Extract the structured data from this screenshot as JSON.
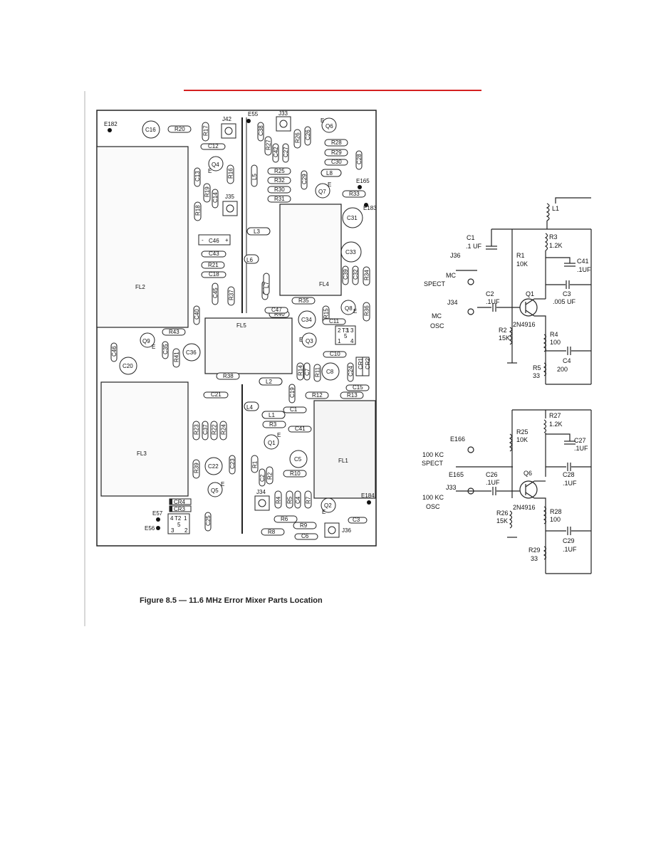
{
  "caption": "Figure 8.5 — 11.6 MHz Error Mixer Parts Location",
  "board": {
    "filters": [
      "FL2",
      "FL3",
      "FL4",
      "FL5",
      "FL1"
    ],
    "terminals": [
      "E182",
      "E55",
      "E165",
      "E183",
      "E57",
      "E56",
      "E184"
    ],
    "jacks": [
      "J42",
      "J33",
      "J35",
      "J34",
      "J36"
    ],
    "transistors": [
      "Q4",
      "Q6",
      "Q7",
      "Q8",
      "Q3",
      "Q9",
      "Q1",
      "Q5",
      "Q2"
    ],
    "big_caps": [
      "C16",
      "C31",
      "C33",
      "C34",
      "C36",
      "C20",
      "C8",
      "C5",
      "C22"
    ],
    "resistors": [
      "R20",
      "R17",
      "R28",
      "R29",
      "R25",
      "R32",
      "R30",
      "R31",
      "R33",
      "R16",
      "R19",
      "R18",
      "R21",
      "R37",
      "R35",
      "R34",
      "R36",
      "R15",
      "R40",
      "R43",
      "R41",
      "R38",
      "R14",
      "R11",
      "R12",
      "R13",
      "R23",
      "R22",
      "R24",
      "R39",
      "R3",
      "R1",
      "R2",
      "R10",
      "R4",
      "R5",
      "R7",
      "R6",
      "R9",
      "R8",
      "R26",
      "R27"
    ],
    "small_caps": [
      "C12",
      "C13",
      "C14",
      "C30",
      "C38",
      "C42",
      "C27",
      "C26",
      "C28",
      "C29",
      "C17",
      "C43",
      "C18",
      "C45",
      "C44",
      "C39",
      "C32",
      "C40",
      "C47",
      "C11",
      "C46",
      "C10",
      "C7",
      "C24",
      "C15",
      "C19",
      "C21",
      "C37",
      "C23",
      "C41",
      "C1",
      "C4",
      "C25",
      "C3",
      "C6",
      "C2",
      "C35"
    ],
    "inductors": [
      "L5",
      "L8",
      "L3",
      "L6",
      "L7",
      "L2",
      "L4",
      "L1"
    ],
    "diodes": [
      "CR4",
      "CR3",
      "CR2",
      "CR1"
    ],
    "transformers": [
      {
        "name": "T3",
        "pins": [
          "2",
          "1",
          "3",
          "5",
          "4"
        ]
      },
      {
        "name": "T2",
        "pins": [
          "4",
          "1",
          "5",
          "3",
          "2"
        ]
      }
    ],
    "pin_e": "E",
    "plus": "+",
    "minus": "-"
  },
  "schematic": {
    "top": {
      "L": "L1",
      "C_in": "C1",
      "C_in_val": ".1 UF",
      "R3": "R3",
      "R3_val": "1.2K",
      "C41": "C41",
      "C41_val": ".1UF",
      "jack": "J36",
      "in1": "MC",
      "in1b": "SPECT",
      "R1": "R1",
      "R1_val": "10K",
      "C2": "C2",
      "C2_val": ".1UF",
      "Q": "Q1",
      "Q_type": "2N4916",
      "C3": "C3",
      "C3_val": ".005 UF",
      "jack2": "J34",
      "in2": "MC",
      "in2b": "OSC",
      "R2": "R2",
      "R2_val": "15K",
      "R4": "R4",
      "R4_val": "100",
      "C4": "C4",
      "C4_val": "200",
      "R5": "R5",
      "R5_val": "33"
    },
    "bottom": {
      "R27": "R27",
      "R27_val": "1.2K",
      "C27": "C27",
      "C27_val": ".1UF",
      "E166": "E166",
      "R25": "R25",
      "R25_val": "10K",
      "in1": "100 KC",
      "in1b": "SPECT",
      "E165": "E165",
      "C26": "C26",
      "C26_val": ".1UF",
      "Q": "Q6",
      "Q_type": "2N4916",
      "C28": "C28",
      "C28_val": ".1UF",
      "jack": "J33",
      "in2": "100 KC",
      "in2b": "OSC",
      "R26": "R26",
      "R26_val": "15K",
      "R28": "R28",
      "R28_val": "100",
      "C29": "C29",
      "C29_val": ".1UF",
      "R29": "R29",
      "R29_val": "33"
    }
  }
}
